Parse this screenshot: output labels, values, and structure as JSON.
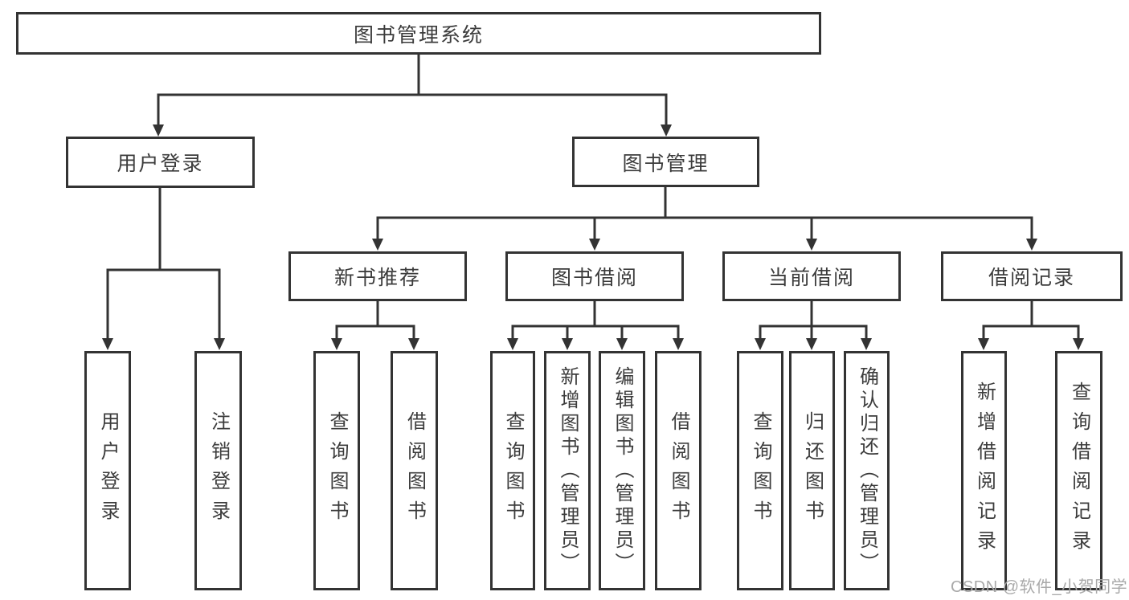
{
  "diagram_title": "图书管理系统",
  "colors": {
    "line": "#333333",
    "border": "#333333",
    "text": "#3c3c3c",
    "background": "#ffffff",
    "watermark": "#a9a9a9"
  },
  "watermark": {
    "text": "CSDN @软件_小贺同学"
  },
  "tree": {
    "label": "图书管理系统",
    "children": [
      {
        "label": "用户登录",
        "children": [
          {
            "label": "用户登录"
          },
          {
            "label": "注销登录"
          }
        ]
      },
      {
        "label": "图书管理",
        "children": [
          {
            "label": "新书推荐",
            "children": [
              {
                "label": "查询图书"
              },
              {
                "label": "借阅图书"
              }
            ]
          },
          {
            "label": "图书借阅",
            "children": [
              {
                "label": "查询图书"
              },
              {
                "label": "新增图书（管理员）"
              },
              {
                "label": "编辑图书（管理员）"
              },
              {
                "label": "借阅图书"
              }
            ]
          },
          {
            "label": "当前借阅",
            "children": [
              {
                "label": "查询图书"
              },
              {
                "label": "归还图书"
              },
              {
                "label": "确认归还（管理员）"
              }
            ]
          },
          {
            "label": "借阅记录",
            "children": [
              {
                "label": "新增借阅记录"
              },
              {
                "label": "查询借阅记录"
              }
            ]
          }
        ]
      }
    ]
  }
}
